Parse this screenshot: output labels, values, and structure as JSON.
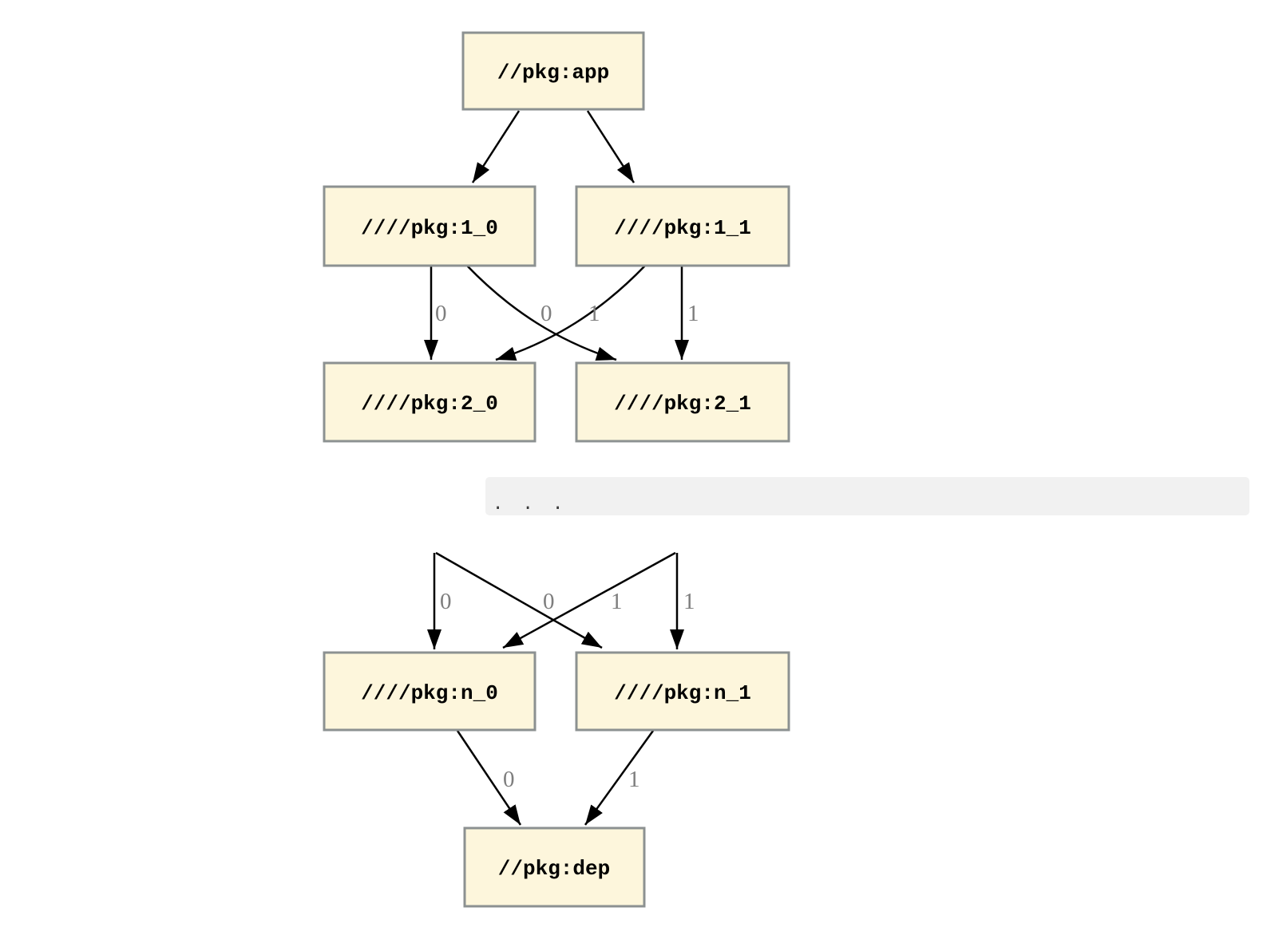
{
  "diagram": {
    "type": "dependency-graph",
    "colors": {
      "background": "#ffffff",
      "node_fill": "#fdf6dc",
      "node_border": "#8c9191",
      "edge": "#000000",
      "edge_label": "#7e7e7e",
      "ellipsis_bg": "#f1f1f1",
      "ellipsis_dots": "#3b3b3b"
    },
    "nodes": [
      {
        "id": "app",
        "label": "//pkg:app"
      },
      {
        "id": "1_0",
        "label": "////pkg:1_0"
      },
      {
        "id": "1_1",
        "label": "////pkg:1_1"
      },
      {
        "id": "2_0",
        "label": "////pkg:2_0"
      },
      {
        "id": "2_1",
        "label": "////pkg:2_1"
      },
      {
        "id": "n_0",
        "label": "////pkg:n_0"
      },
      {
        "id": "n_1",
        "label": "////pkg:n_1"
      },
      {
        "id": "dep",
        "label": "//pkg:dep"
      }
    ],
    "ellipsis": ". . .",
    "edges": [
      {
        "from": "//pkg:app",
        "to": "////pkg:1_0",
        "label": ""
      },
      {
        "from": "//pkg:app",
        "to": "////pkg:1_1",
        "label": ""
      },
      {
        "from": "////pkg:1_0",
        "to": "////pkg:2_0",
        "label": "0"
      },
      {
        "from": "////pkg:1_0",
        "to": "////pkg:2_1",
        "label": "0"
      },
      {
        "from": "////pkg:1_1",
        "to": "////pkg:2_0",
        "label": "1"
      },
      {
        "from": "////pkg:1_1",
        "to": "////pkg:2_1",
        "label": "1"
      },
      {
        "from": "...",
        "to": "////pkg:n_0",
        "label": "0"
      },
      {
        "from": "...",
        "to": "////pkg:n_1",
        "label": "0"
      },
      {
        "from": "...",
        "to": "////pkg:n_0",
        "label": "1"
      },
      {
        "from": "...",
        "to": "////pkg:n_1",
        "label": "1"
      },
      {
        "from": "////pkg:n_0",
        "to": "//pkg:dep",
        "label": "0"
      },
      {
        "from": "////pkg:n_1",
        "to": "//pkg:dep",
        "label": "1"
      }
    ]
  }
}
